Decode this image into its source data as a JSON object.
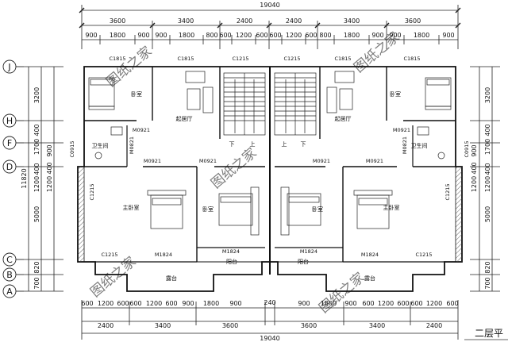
{
  "title": "二层平",
  "watermark": "图纸之家",
  "dims": {
    "top_total": "19040",
    "top_row1": [
      "3600",
      "3400",
      "2400",
      "2400",
      "3400",
      "3600"
    ],
    "top_row2": [
      "900",
      "1800",
      "900",
      "900",
      "1800",
      "800",
      "600",
      "1200",
      "600",
      "600",
      "1200",
      "600",
      "800",
      "1800",
      "900",
      "900",
      "1800",
      "900"
    ],
    "bottom_total": "19040",
    "bottom_row1": [
      "2400",
      "3400",
      "3600",
      "240",
      "3600",
      "3400",
      "2400"
    ],
    "bottom_row2": [
      "600",
      "1200",
      "600",
      "600",
      "1200",
      "600",
      "900",
      "1800",
      "900",
      "900",
      "1800",
      "900",
      "600",
      "1200",
      "600",
      "600",
      "1200",
      "600"
    ],
    "left_total": "11820",
    "left_rows": [
      "3200",
      "400",
      "1700",
      "400",
      "1200",
      "5000",
      "820",
      "700"
    ],
    "left_inner": [
      "900",
      "400",
      "1200"
    ],
    "right_rows": [
      "3200",
      "400",
      "1700",
      "400",
      "1200",
      "5000",
      "820",
      "700"
    ],
    "right_inner": [
      "900",
      "400",
      "1200"
    ]
  },
  "grid_axes": [
    "J",
    "H",
    "F",
    "D",
    "C",
    "B",
    "A"
  ],
  "rooms": {
    "bedroom": "卧室",
    "master": "主卧室",
    "living": "起居厅",
    "bath": "卫生间",
    "balcony": "阳台",
    "terrace": "露台",
    "down": "下",
    "up": "上"
  },
  "codes": {
    "c1815": "C1815",
    "c1215": "C1215",
    "m0921": "M0921",
    "m0821": "M0821",
    "m1824": "M1824",
    "c0915": "C0915"
  }
}
